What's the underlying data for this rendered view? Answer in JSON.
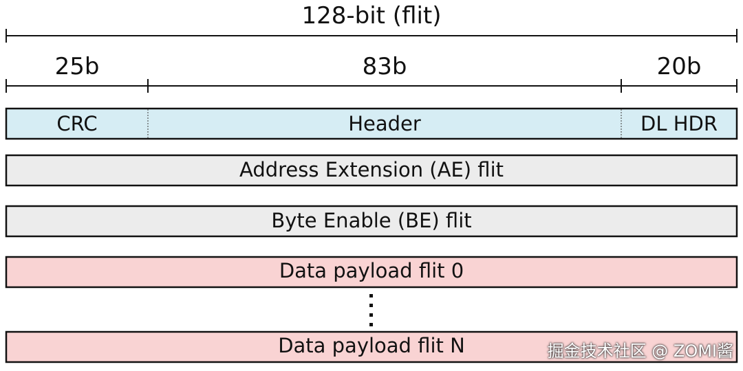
{
  "diagram": {
    "title": "128-bit (flit)",
    "field_widths": [
      "25b",
      "83b",
      "20b"
    ],
    "header_flit": {
      "fields": [
        "CRC",
        "Header",
        "DL HDR"
      ],
      "fill": "#d6edf4"
    },
    "flits": [
      {
        "label": "Address Extension (AE) flit",
        "fill": "#ececec"
      },
      {
        "label": "Byte Enable (BE) flit",
        "fill": "#ececec"
      },
      {
        "label": "Data payload flit 0",
        "fill": "#f9d3d3"
      },
      {
        "label": "Data payload flit N",
        "fill": "#f9d3d3"
      }
    ],
    "ellipsis": "⋮",
    "stroke_color": "#111111"
  },
  "watermark": "掘金技术社区 @ ZOMI酱"
}
